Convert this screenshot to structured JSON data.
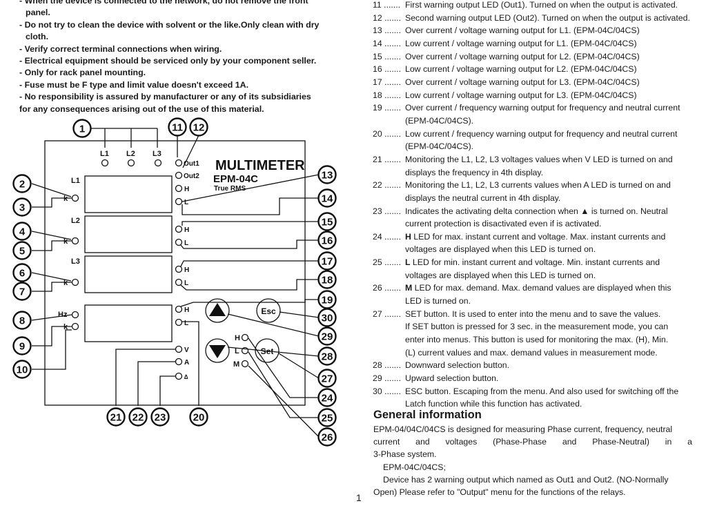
{
  "warnings": [
    "- When the device is connected to the network, do not remove the front",
    "panel.",
    "- Do not try to clean the device with solvent or the like.Only clean with dry",
    "cloth.",
    "- Verify correct terminal connections when wiring.",
    "- Electrical equipment should be serviced only by your component seller.",
    "- Only for rack panel mounting.",
    "- Fuse must be F type and limit value doesn't exceed 1A.",
    "- No responsibility is assured by manufacturer or any of its subsidiaries",
    "for any consequences arising out of the use of this material."
  ],
  "items": [
    {
      "num": "11 .......",
      "lines": [
        "First warning output LED (Out1). Turned on when the output is activated."
      ]
    },
    {
      "num": "12 .......",
      "lines": [
        "Second warning output LED (Out2). Turned on when the output is activated."
      ]
    },
    {
      "num": "13 .......",
      "lines": [
        "Over current / voltage warning output for L1. (EPM-04C/04CS)"
      ]
    },
    {
      "num": "14 .......",
      "lines": [
        "Low current / voltage warning output for L1. (EPM-04C/04CS)"
      ]
    },
    {
      "num": "15 .......",
      "lines": [
        "Over current / voltage warning output for L2. (EPM-04C/04CS)"
      ]
    },
    {
      "num": "16 .......",
      "lines": [
        "Low current / voltage warning output for L2. (EPM-04C/04CS)"
      ]
    },
    {
      "num": "17 .......",
      "lines": [
        "Over current / voltage warning output for L3. (EPM-04C/04CS)"
      ]
    },
    {
      "num": "18 .......",
      "lines": [
        "Low current / voltage warning output for L3. (EPM-04C/04CS)"
      ]
    },
    {
      "num": "19 .......",
      "lines": [
        "Over current / frequency warning output for frequency and neutral current",
        "(EPM-04C/04CS)."
      ]
    },
    {
      "num": "20 .......",
      "lines": [
        "Low current / frequency warning output for frequency and neutral current",
        "(EPM-04C/04CS)."
      ]
    },
    {
      "num": "21 .......",
      "lines": [
        "Monitoring the L1, L2, L3 voltages values when V LED is turned on and",
        "displays the frequency in 4th display."
      ]
    },
    {
      "num": "22 .......",
      "lines": [
        "Monitoring the L1, L2, L3 currents values when A LED is turned on and",
        "displays the neutral current in 4th display."
      ]
    },
    {
      "num": "23 .......",
      "lines": [
        "Indicates the activating delta connection when ▲ is turned on. Neutral",
        "current protection is disactivated even if is activated."
      ]
    },
    {
      "num": "24 .......",
      "lines": [
        "H LED for max. instant current and voltage. Max. instant currents and",
        "voltages are displayed when this LED is turned on."
      ]
    },
    {
      "num": "25 .......",
      "lines": [
        "L LED for min. instant current and voltage. Min. instant currents and",
        "voltages are displayed when this LED is turned on."
      ]
    },
    {
      "num": "26 .......",
      "lines": [
        "M LED for max. demand. Max. demand values are displayed when this",
        "LED is turned on."
      ]
    },
    {
      "num": "27 .......",
      "lines": [
        "SET button. It is used to enter into the menu and to save the values.",
        "If SET button is pressed for 3 sec. in the measurement mode, you can",
        "enter into menus. This button is used for monitoring the max. (H), Min.",
        "(L) current values and max. demand values in measurement mode."
      ]
    },
    {
      "num": "28 .......",
      "lines": [
        "Downward selection button."
      ]
    },
    {
      "num": "29 .......",
      "lines": [
        "Upward selection button."
      ]
    },
    {
      "num": "30 .......",
      "lines": [
        "ESC button. Escaping from the menu. And also used for switching off the",
        "Latch function while this function has activated."
      ]
    }
  ],
  "general": {
    "title": "General information",
    "lines": [
      "EPM-04/04C/04CS is designed for measuring Phase current, frequency, neutral",
      "current and voltages (Phase-Phase and Phase-Neutral) in a",
      "3-Phase system.",
      "EPM-04C/04CS;",
      "Device has 2 warning output which named as Out1 and Out2. (NO-Normally",
      "Open) Please refer to \"Output\" menu for the functions of the relays."
    ]
  },
  "page_number": "1",
  "device": {
    "brand": "MULTIMETER",
    "model": "EPM-04C",
    "subtitle": "True RMS",
    "phase_labels": [
      "L1",
      "L2",
      "L3"
    ],
    "out_labels": [
      "Out1",
      "Out2"
    ],
    "display_labels": [
      "L1",
      "k",
      "L2",
      "k",
      "L3",
      "k",
      "Hz",
      "k"
    ],
    "hl_labels": [
      "H",
      "L",
      "H",
      "L",
      "H",
      "L",
      "H",
      "L"
    ],
    "mode_labels": [
      "V",
      "A",
      "∆"
    ],
    "hlm_labels": [
      "H",
      "L",
      "M"
    ],
    "buttons": {
      "esc": "Esc",
      "set": "Set"
    },
    "callouts": [
      "1",
      "2",
      "3",
      "4",
      "5",
      "6",
      "7",
      "8",
      "9",
      "10",
      "11",
      "12",
      "13",
      "14",
      "15",
      "16",
      "17",
      "18",
      "19",
      "20",
      "21",
      "22",
      "23",
      "24",
      "25",
      "26",
      "27",
      "28",
      "29",
      "30"
    ]
  }
}
